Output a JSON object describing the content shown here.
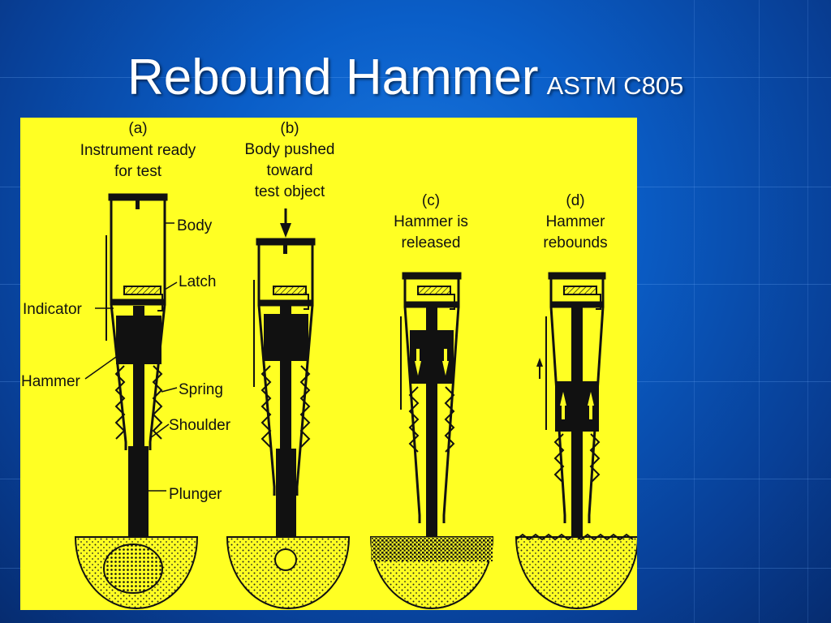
{
  "slide": {
    "title": "Rebound Hammer",
    "subtitle": "ASTM C805"
  },
  "diagram": {
    "panels": [
      {
        "id": "a",
        "caption": [
          "(a)",
          "Instrument ready",
          "for test"
        ]
      },
      {
        "id": "b",
        "caption": [
          "(b)",
          "Body pushed",
          "toward",
          "test object"
        ]
      },
      {
        "id": "c",
        "caption": [
          "(c)",
          "Hammer is",
          "released"
        ]
      },
      {
        "id": "d",
        "caption": [
          "(d)",
          "Hammer",
          "rebounds"
        ]
      }
    ],
    "part_labels": {
      "body": "Body",
      "latch": "Latch",
      "indicator": "Indicator",
      "hammer": "Hammer",
      "spring": "Spring",
      "shoulder": "Shoulder",
      "plunger": "Plunger"
    },
    "colors": {
      "background": "#ffff23",
      "ink": "#111111",
      "slide_bg": "#0a5ec8"
    }
  }
}
